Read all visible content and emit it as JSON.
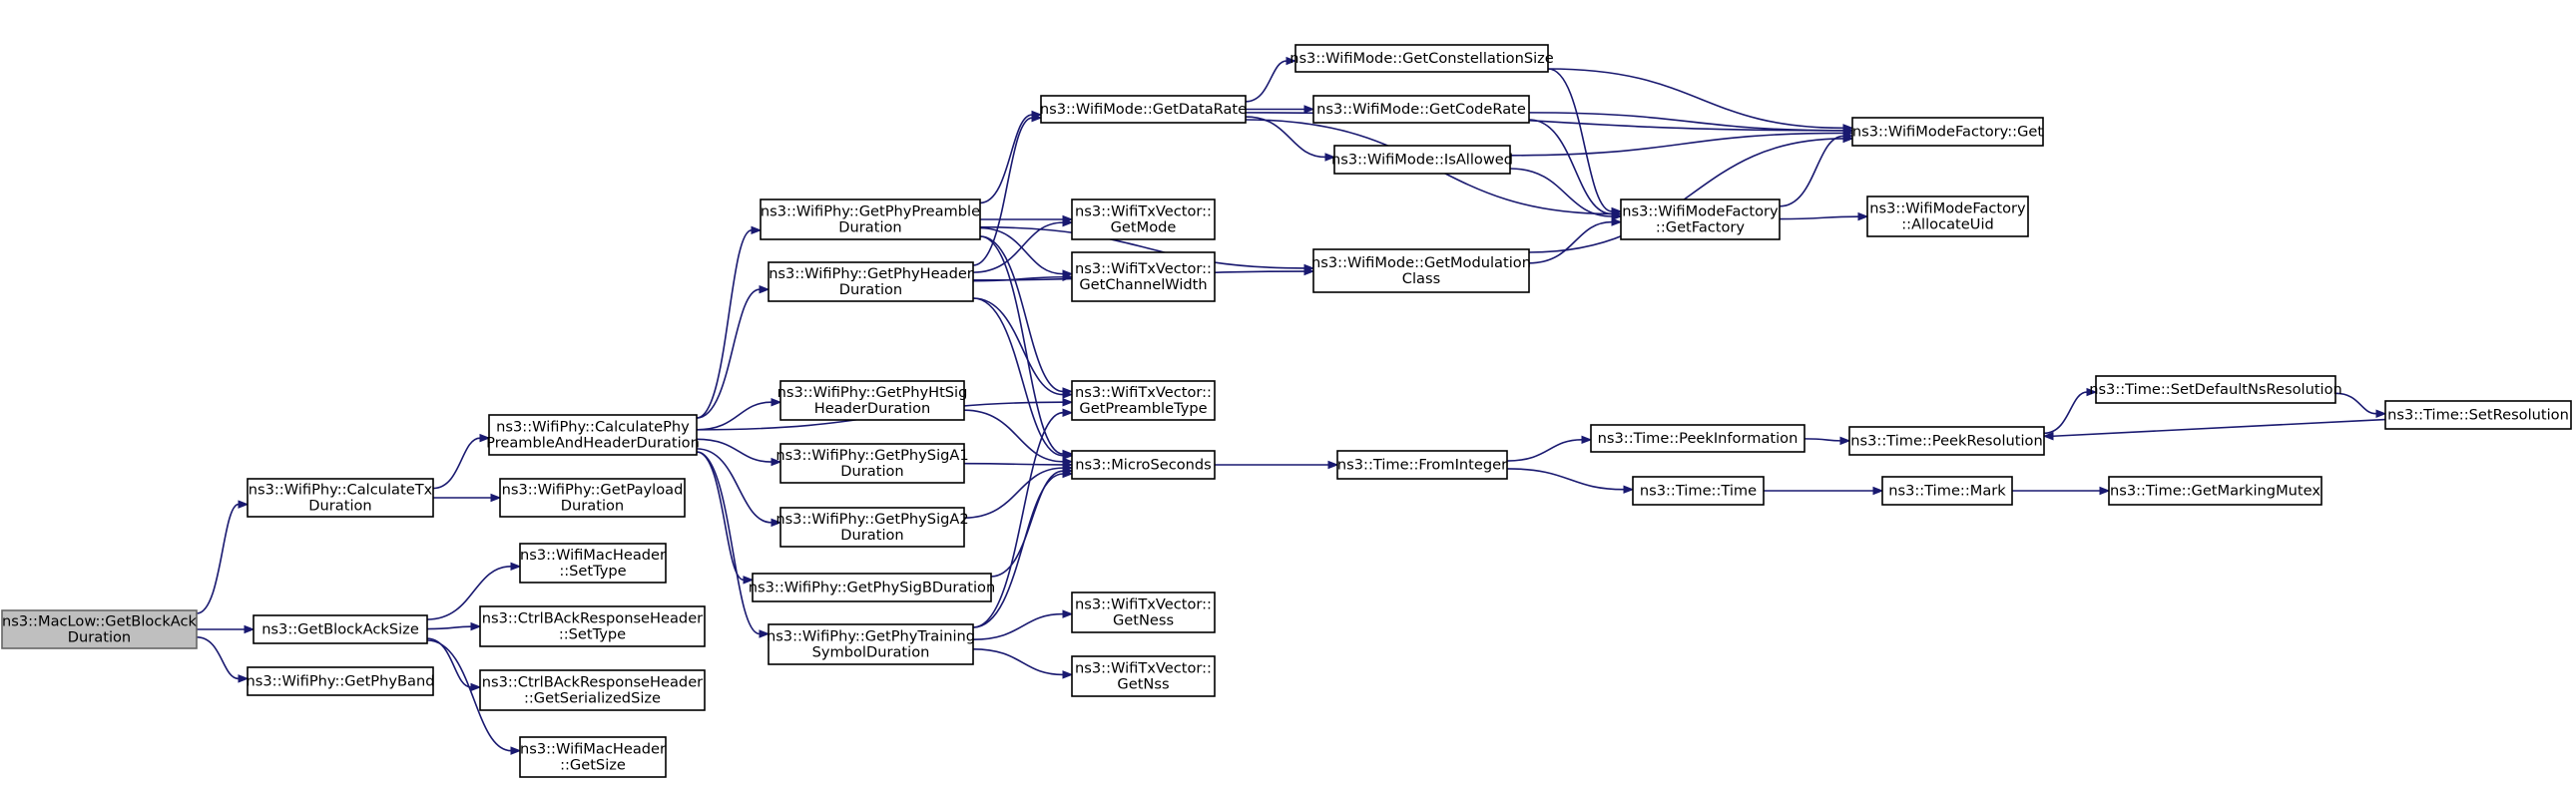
{
  "diagram": {
    "title": "",
    "colors": {
      "edge": "#191970",
      "root_fill": "#bfbfbf",
      "node_fill": "#ffffff"
    },
    "nodes": [
      {
        "id": "n0",
        "lines": [
          "ns3::MacLow::GetBlockAck",
          "Duration"
        ],
        "root": true
      },
      {
        "id": "n1",
        "lines": [
          "ns3::WifiPhy::CalculateTx",
          "Duration"
        ]
      },
      {
        "id": "n2",
        "lines": [
          "ns3::WifiPhy::CalculatePhy",
          "PreambleAndHeaderDuration"
        ]
      },
      {
        "id": "n3",
        "lines": [
          "ns3::WifiPhy::GetPhyPreamble",
          "Duration"
        ]
      },
      {
        "id": "n4",
        "lines": [
          "ns3::WifiPhy::GetPhyHeader",
          "Duration"
        ]
      },
      {
        "id": "n5",
        "lines": [
          "ns3::WifiPhy::GetPhyHtSig",
          "HeaderDuration"
        ]
      },
      {
        "id": "n6",
        "lines": [
          "ns3::WifiPhy::GetPhySigA1",
          "Duration"
        ]
      },
      {
        "id": "n7",
        "lines": [
          "ns3::WifiPhy::GetPhySigA2",
          "Duration"
        ]
      },
      {
        "id": "n8",
        "lines": [
          "ns3::WifiPhy::GetPhySigBDuration"
        ]
      },
      {
        "id": "n9",
        "lines": [
          "ns3::WifiPhy::GetPhyTraining",
          "SymbolDuration"
        ]
      },
      {
        "id": "n10",
        "lines": [
          "ns3::WifiPhy::GetPayload",
          "Duration"
        ]
      },
      {
        "id": "n11",
        "lines": [
          "ns3::GetBlockAckSize"
        ]
      },
      {
        "id": "n12",
        "lines": [
          "ns3::WifiMacHeader",
          "::SetType"
        ]
      },
      {
        "id": "n13",
        "lines": [
          "ns3::CtrlBAckResponseHeader",
          "::SetType"
        ]
      },
      {
        "id": "n14",
        "lines": [
          "ns3::CtrlBAckResponseHeader",
          "::GetSerializedSize"
        ]
      },
      {
        "id": "n15",
        "lines": [
          "ns3::WifiMacHeader",
          "::GetSize"
        ]
      },
      {
        "id": "n16",
        "lines": [
          "ns3::WifiPhy::GetPhyBand"
        ]
      },
      {
        "id": "n17",
        "lines": [
          "ns3::WifiMode::GetDataRate"
        ]
      },
      {
        "id": "n18",
        "lines": [
          "ns3::WifiTxVector::",
          "GetMode"
        ]
      },
      {
        "id": "n19",
        "lines": [
          "ns3::WifiTxVector::",
          "GetChannelWidth"
        ]
      },
      {
        "id": "n20",
        "lines": [
          "ns3::WifiTxVector::",
          "GetPreambleType"
        ]
      },
      {
        "id": "n21",
        "lines": [
          "ns3::MicroSeconds"
        ]
      },
      {
        "id": "n22",
        "lines": [
          "ns3::WifiTxVector::",
          "GetNess"
        ]
      },
      {
        "id": "n23",
        "lines": [
          "ns3::WifiTxVector::",
          "GetNss"
        ]
      },
      {
        "id": "n24",
        "lines": [
          "ns3::WifiMode::GetConstellationSize"
        ]
      },
      {
        "id": "n25",
        "lines": [
          "ns3::WifiMode::GetCodeRate"
        ]
      },
      {
        "id": "n26",
        "lines": [
          "ns3::WifiMode::IsAllowed"
        ]
      },
      {
        "id": "n27",
        "lines": [
          "ns3::WifiMode::GetModulation",
          "Class"
        ]
      },
      {
        "id": "n28",
        "lines": [
          "ns3::WifiModeFactory",
          "::GetFactory"
        ]
      },
      {
        "id": "n29",
        "lines": [
          "ns3::WifiModeFactory::Get"
        ]
      },
      {
        "id": "n30",
        "lines": [
          "ns3::WifiModeFactory",
          "::AllocateUid"
        ]
      },
      {
        "id": "n31",
        "lines": [
          "ns3::Time::FromInteger"
        ]
      },
      {
        "id": "n32",
        "lines": [
          "ns3::Time::PeekInformation"
        ]
      },
      {
        "id": "n33",
        "lines": [
          "ns3::Time::PeekResolution"
        ]
      },
      {
        "id": "n34",
        "lines": [
          "ns3::Time::SetDefaultNsResolution"
        ]
      },
      {
        "id": "n35",
        "lines": [
          "ns3::Time::SetResolution"
        ]
      },
      {
        "id": "n36",
        "lines": [
          "ns3::Time::Time"
        ]
      },
      {
        "id": "n37",
        "lines": [
          "ns3::Time::Mark"
        ]
      },
      {
        "id": "n38",
        "lines": [
          "ns3::Time::GetMarkingMutex"
        ]
      }
    ],
    "edges": [
      [
        "n0",
        "n1"
      ],
      [
        "n0",
        "n11"
      ],
      [
        "n0",
        "n16"
      ],
      [
        "n1",
        "n2"
      ],
      [
        "n1",
        "n10"
      ],
      [
        "n2",
        "n3"
      ],
      [
        "n2",
        "n4"
      ],
      [
        "n2",
        "n20"
      ],
      [
        "n2",
        "n5"
      ],
      [
        "n2",
        "n6"
      ],
      [
        "n2",
        "n7"
      ],
      [
        "n2",
        "n8"
      ],
      [
        "n2",
        "n9"
      ],
      [
        "n3",
        "n17"
      ],
      [
        "n3",
        "n18"
      ],
      [
        "n3",
        "n19"
      ],
      [
        "n3",
        "n20"
      ],
      [
        "n3",
        "n21"
      ],
      [
        "n3",
        "n27"
      ],
      [
        "n4",
        "n17"
      ],
      [
        "n4",
        "n18"
      ],
      [
        "n4",
        "n19"
      ],
      [
        "n4",
        "n20"
      ],
      [
        "n4",
        "n21"
      ],
      [
        "n4",
        "n27"
      ],
      [
        "n5",
        "n21"
      ],
      [
        "n6",
        "n21"
      ],
      [
        "n7",
        "n21"
      ],
      [
        "n8",
        "n21"
      ],
      [
        "n9",
        "n20"
      ],
      [
        "n9",
        "n21"
      ],
      [
        "n9",
        "n22"
      ],
      [
        "n9",
        "n23"
      ],
      [
        "n11",
        "n12"
      ],
      [
        "n11",
        "n13"
      ],
      [
        "n11",
        "n14"
      ],
      [
        "n11",
        "n15"
      ],
      [
        "n17",
        "n24"
      ],
      [
        "n17",
        "n25"
      ],
      [
        "n17",
        "n26"
      ],
      [
        "n17",
        "n29"
      ],
      [
        "n17",
        "n28"
      ],
      [
        "n24",
        "n29"
      ],
      [
        "n24",
        "n28"
      ],
      [
        "n25",
        "n29"
      ],
      [
        "n25",
        "n28"
      ],
      [
        "n26",
        "n29"
      ],
      [
        "n26",
        "n28"
      ],
      [
        "n27",
        "n28"
      ],
      [
        "n27",
        "n29"
      ],
      [
        "n28",
        "n29"
      ],
      [
        "n28",
        "n30"
      ],
      [
        "n21",
        "n31"
      ],
      [
        "n31",
        "n32"
      ],
      [
        "n31",
        "n36"
      ],
      [
        "n32",
        "n33"
      ],
      [
        "n33",
        "n34"
      ],
      [
        "n34",
        "n35"
      ],
      [
        "n35",
        "n33"
      ],
      [
        "n36",
        "n37"
      ],
      [
        "n37",
        "n38"
      ]
    ]
  }
}
